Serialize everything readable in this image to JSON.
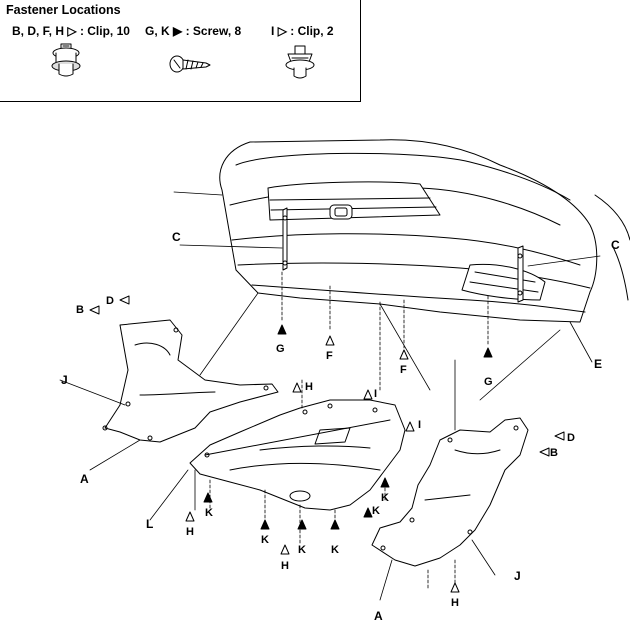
{
  "legend": {
    "title": "Fastener Locations",
    "items": [
      {
        "letters": "B, D, F, H",
        "kind": "clip-open",
        "desc": ": Clip, 10"
      },
      {
        "letters": "G, K",
        "kind": "screw-filled",
        "desc": ": Screw, 8"
      },
      {
        "letters": "I",
        "kind": "clip-open",
        "desc": ": Clip, 2"
      }
    ]
  },
  "parts": {
    "c": "C",
    "e": "E",
    "j": "J",
    "a": "A",
    "l": "L"
  },
  "fasteners": {
    "b": "B",
    "d": "D",
    "f": "F",
    "g": "G",
    "h": "H",
    "i": "I",
    "k": "K"
  },
  "icons": [
    "clip-push-pin-icon",
    "screw-icon",
    "clip-pin-icon"
  ]
}
